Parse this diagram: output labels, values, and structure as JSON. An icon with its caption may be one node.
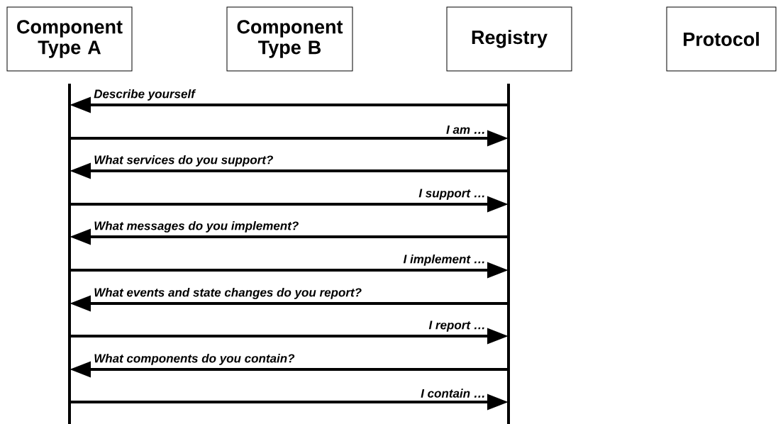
{
  "diagram": {
    "nodes": [
      {
        "text": [
          "Component Type A"
        ]
      },
      {
        "text": [
          "Component Type B"
        ]
      },
      {
        "text": [
          "Registry"
        ]
      },
      {
        "text": [
          "Protocol"
        ]
      }
    ],
    "edges": [
      {
        "from": 2,
        "to": 0,
        "arrow": "to",
        "label": "Describe yourself"
      },
      {
        "from": 0,
        "to": 2,
        "arrow": "to",
        "label": "I am …"
      },
      {
        "from": 2,
        "to": 0,
        "arrow": "to",
        "label": "What services do you support?"
      },
      {
        "from": 0,
        "to": 2,
        "arrow": "to",
        "label": "I support …"
      },
      {
        "from": 2,
        "to": 0,
        "arrow": "to",
        "label": "What messages do you implement?"
      },
      {
        "from": 0,
        "to": 2,
        "arrow": "to",
        "label": "I implement …"
      },
      {
        "from": 2,
        "to": 0,
        "arrow": "to",
        "label": "What events and state changes do you report?"
      },
      {
        "from": 0,
        "to": 2,
        "arrow": "to",
        "label": "I report …"
      },
      {
        "from": 2,
        "to": 0,
        "arrow": "to",
        "label": "What components do you contain?"
      },
      {
        "from": 0,
        "to": 2,
        "arrow": "to",
        "label": "I contain …"
      }
    ]
  }
}
